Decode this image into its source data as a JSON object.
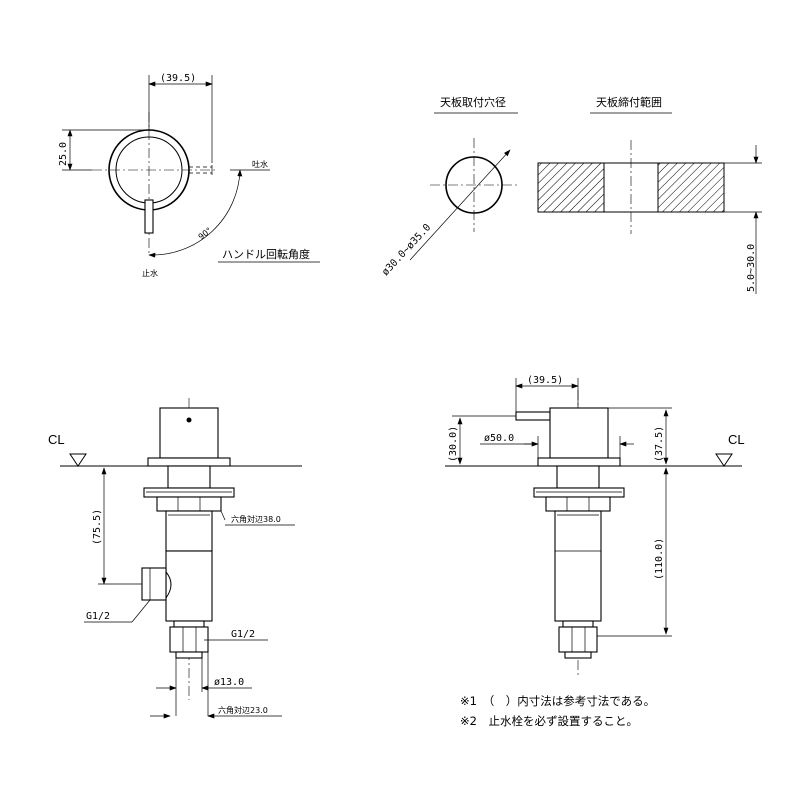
{
  "top_left_view": {
    "dim_width": "(39.5)",
    "dim_height": "25.0",
    "label_open": "吐水",
    "label_close": "止水",
    "angle": "90°",
    "rotation_caption": "ハンドル回転角度"
  },
  "top_right_view": {
    "hole_title": "天板取付穴径",
    "hole_dim": "ø30.0~ø35.0",
    "range_title": "天板締付範囲",
    "range_dim": "5.0~30.0"
  },
  "bottom_left_view": {
    "cl_label": "CL",
    "dim_depth": "(75.5)",
    "hex_38": "六角対辺38.0",
    "g_left": "G1/2",
    "g_right": "G1/2",
    "dia_13": "ø13.0",
    "hex_23": "六角対辺23.0"
  },
  "bottom_right_view": {
    "cl_label": "CL",
    "dim_width": "(39.5)",
    "dim_30": "(30.0)",
    "dia_50": "ø50.0",
    "dim_37": "(37.5)",
    "dim_110": "(110.0)"
  },
  "notes": [
    "※1　（　）内寸法は参考寸法である。",
    "※2　止水栓を必ず設置すること。"
  ]
}
